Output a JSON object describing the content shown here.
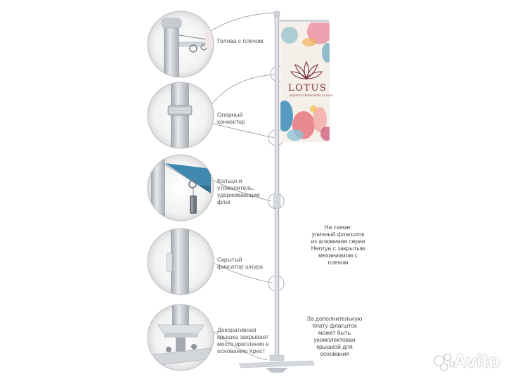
{
  "labels": {
    "head": "Голова с плечом",
    "connector": "Опорный\nконнектор",
    "ring": "Кольцо и\nутяжелитель,\nудерживающие\nфлаг",
    "latch": "Скрытый\nфиксатор шнура",
    "cap": "Декоративная\nкрышка закрывает\nместо крепления к\nоснованию Крест"
  },
  "notes": {
    "scheme": "На схеме:\nуличный флагшток\nиз алюминия серии\nНептун с закрытым\nмеханизмом с\nплечом",
    "extra": "За дополнительную\nплату флагшток\nможет быть\nукомплектован\nкрышкой для\nоснования"
  },
  "flag": {
    "brand": "LOTUS",
    "tagline": "ФЛОРИСТИЧЕСКИЙ САЛОН",
    "brand_color": "#7a2f3a"
  },
  "watermark": {
    "text": "Avito",
    "icon": "avito-dots-icon"
  },
  "colors": {
    "pole": "#d9dde2",
    "pole_shade": "#b9bec5",
    "circle_border": "#bcbcbc",
    "leader_line": "#8a8a8a"
  }
}
